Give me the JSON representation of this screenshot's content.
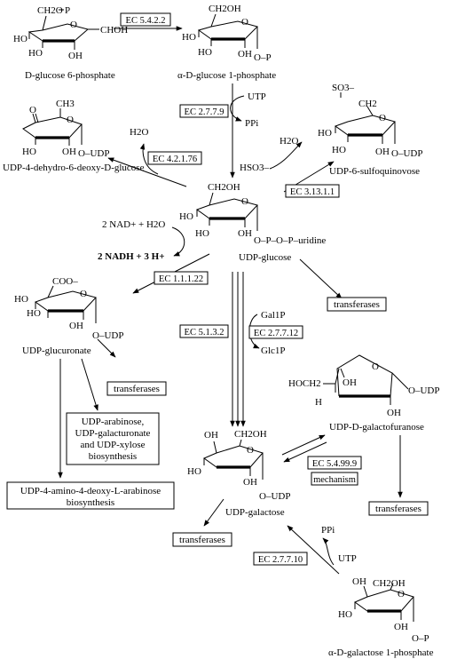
{
  "compounds": {
    "g6p": {
      "name": "D-glucose 6-phosphate",
      "ch2": "CH2O",
      "p": "P",
      "ho1": "HO",
      "ho2": "HO",
      "oh": "OH",
      "choh": "CHOH",
      "o": "O"
    },
    "g1p": {
      "name": "α-D-glucose 1-phosphate",
      "ch2oh": "CH2OH",
      "ho1": "HO",
      "ho2": "HO",
      "oh": "OH",
      "o": "O",
      "op": "O–P"
    },
    "dehydro": {
      "name": "UDP-4-dehydro-6-deoxy-D-glucose",
      "ketone": "O",
      "ch3": "CH3",
      "ho": "HO",
      "oh": "OH",
      "o": "O",
      "oudp": "O–UDP"
    },
    "sulfo": {
      "name": "UDP-6-sulfoquinovose",
      "so3": "SO3–",
      "ch2": "CH2",
      "ho1": "HO",
      "ho2": "HO",
      "oh": "OH",
      "o": "O",
      "oudp": "O–UDP"
    },
    "udpglc": {
      "name": "UDP-glucose",
      "ch2oh": "CH2OH",
      "ho1": "HO",
      "ho2": "HO",
      "oh": "OH",
      "o": "O",
      "chain": "O–P–O–P–uridine"
    },
    "glcuronate": {
      "name": "UDP-glucuronate",
      "coo": "COO–",
      "ho1": "HO",
      "ho2": "HO",
      "oh": "OH",
      "o": "O",
      "oudp": "O–UDP"
    },
    "galf": {
      "name": "UDP-D-galactofuranose",
      "hoch2": "HOCH2",
      "h": "H",
      "oh1": "OH",
      "oh2": "OH",
      "o": "O",
      "oudp": "O–UDP"
    },
    "udpgal": {
      "name": "UDP-galactose",
      "oh": "OH",
      "ch2oh": "CH2OH",
      "ho1": "HO",
      "oh2": "OH",
      "o": "O",
      "oudp": "O–UDP"
    },
    "gal1p": {
      "name": "α-D-galactose 1-phosphate",
      "oh": "OH",
      "ch2oh": "CH2OH",
      "ho1": "HO",
      "oh2": "OH",
      "o": "O",
      "op": "O–P"
    }
  },
  "enzymes": {
    "e1": "EC 5.4.2.2",
    "e2": "EC 2.7.7.9",
    "e3": "EC 4.2.1.76",
    "e4": "EC 3.13.1.1",
    "e5": "EC 1.1.1.22",
    "e6": "EC 5.1.3.2",
    "e7": "EC 2.7.7.12",
    "e8": "EC 5.4.99.9",
    "e9": "mechanism",
    "e10": "EC 2.7.7.10"
  },
  "cofactors": {
    "utp1": "UTP",
    "ppi1": "PPi",
    "h2o1": "H2O",
    "h2o2": "H2O",
    "hso3": "HSO3–",
    "nad": "2 NAD+ + H2O",
    "nadh": "2 NADH + 3 H+",
    "gal1p": "Gal1P",
    "glc1p": "Glc1P",
    "ppi2": "PPi",
    "utp2": "UTP"
  },
  "products": {
    "transferases1": "transferases",
    "transferases2": "transferases",
    "transferases3": "transferases",
    "transferases4": "transferases",
    "biosyn1": [
      "UDP-arabinose,",
      "UDP-galacturonate",
      "and UDP-xylose",
      "biosynthesis"
    ],
    "biosyn2": [
      "UDP-4-amino-4-deoxy-L-arabinose",
      "biosynthesis"
    ]
  }
}
